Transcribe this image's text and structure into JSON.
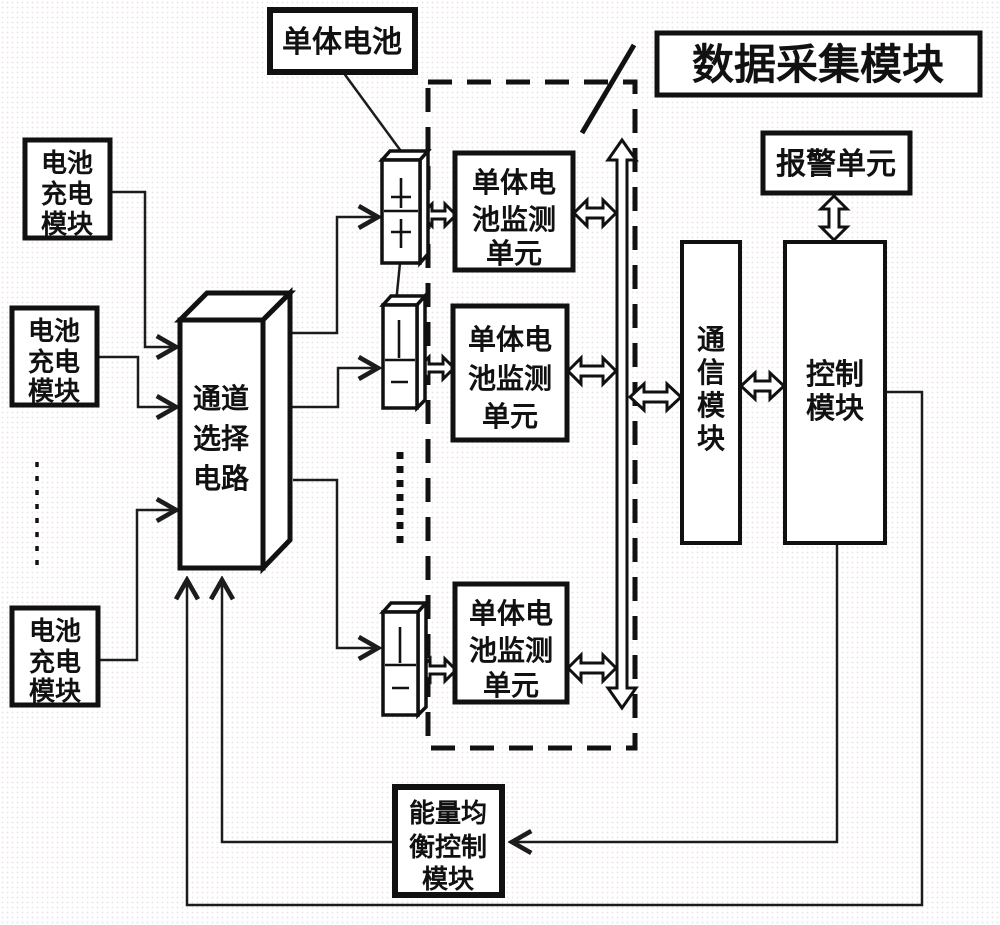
{
  "palette": {
    "ink": "#111111",
    "paper": "#ffffff"
  },
  "diagram": {
    "title": "数据采集模块",
    "cell_battery_label": "单体电池",
    "alarm_unit_label": "报警单元",
    "charge_module_lines": [
      "电池",
      "充电",
      "模块"
    ],
    "channel_select_lines": [
      "通道",
      "选择",
      "电路"
    ],
    "monitor_unit_lines": [
      "单体电",
      "池监测",
      "单元"
    ],
    "comm_module_chars": [
      "通",
      "信",
      "模",
      "块"
    ],
    "control_module_lines": [
      "控制",
      "模块"
    ],
    "energy_balance_lines": [
      "能量均",
      "衡控制",
      "模块"
    ]
  }
}
